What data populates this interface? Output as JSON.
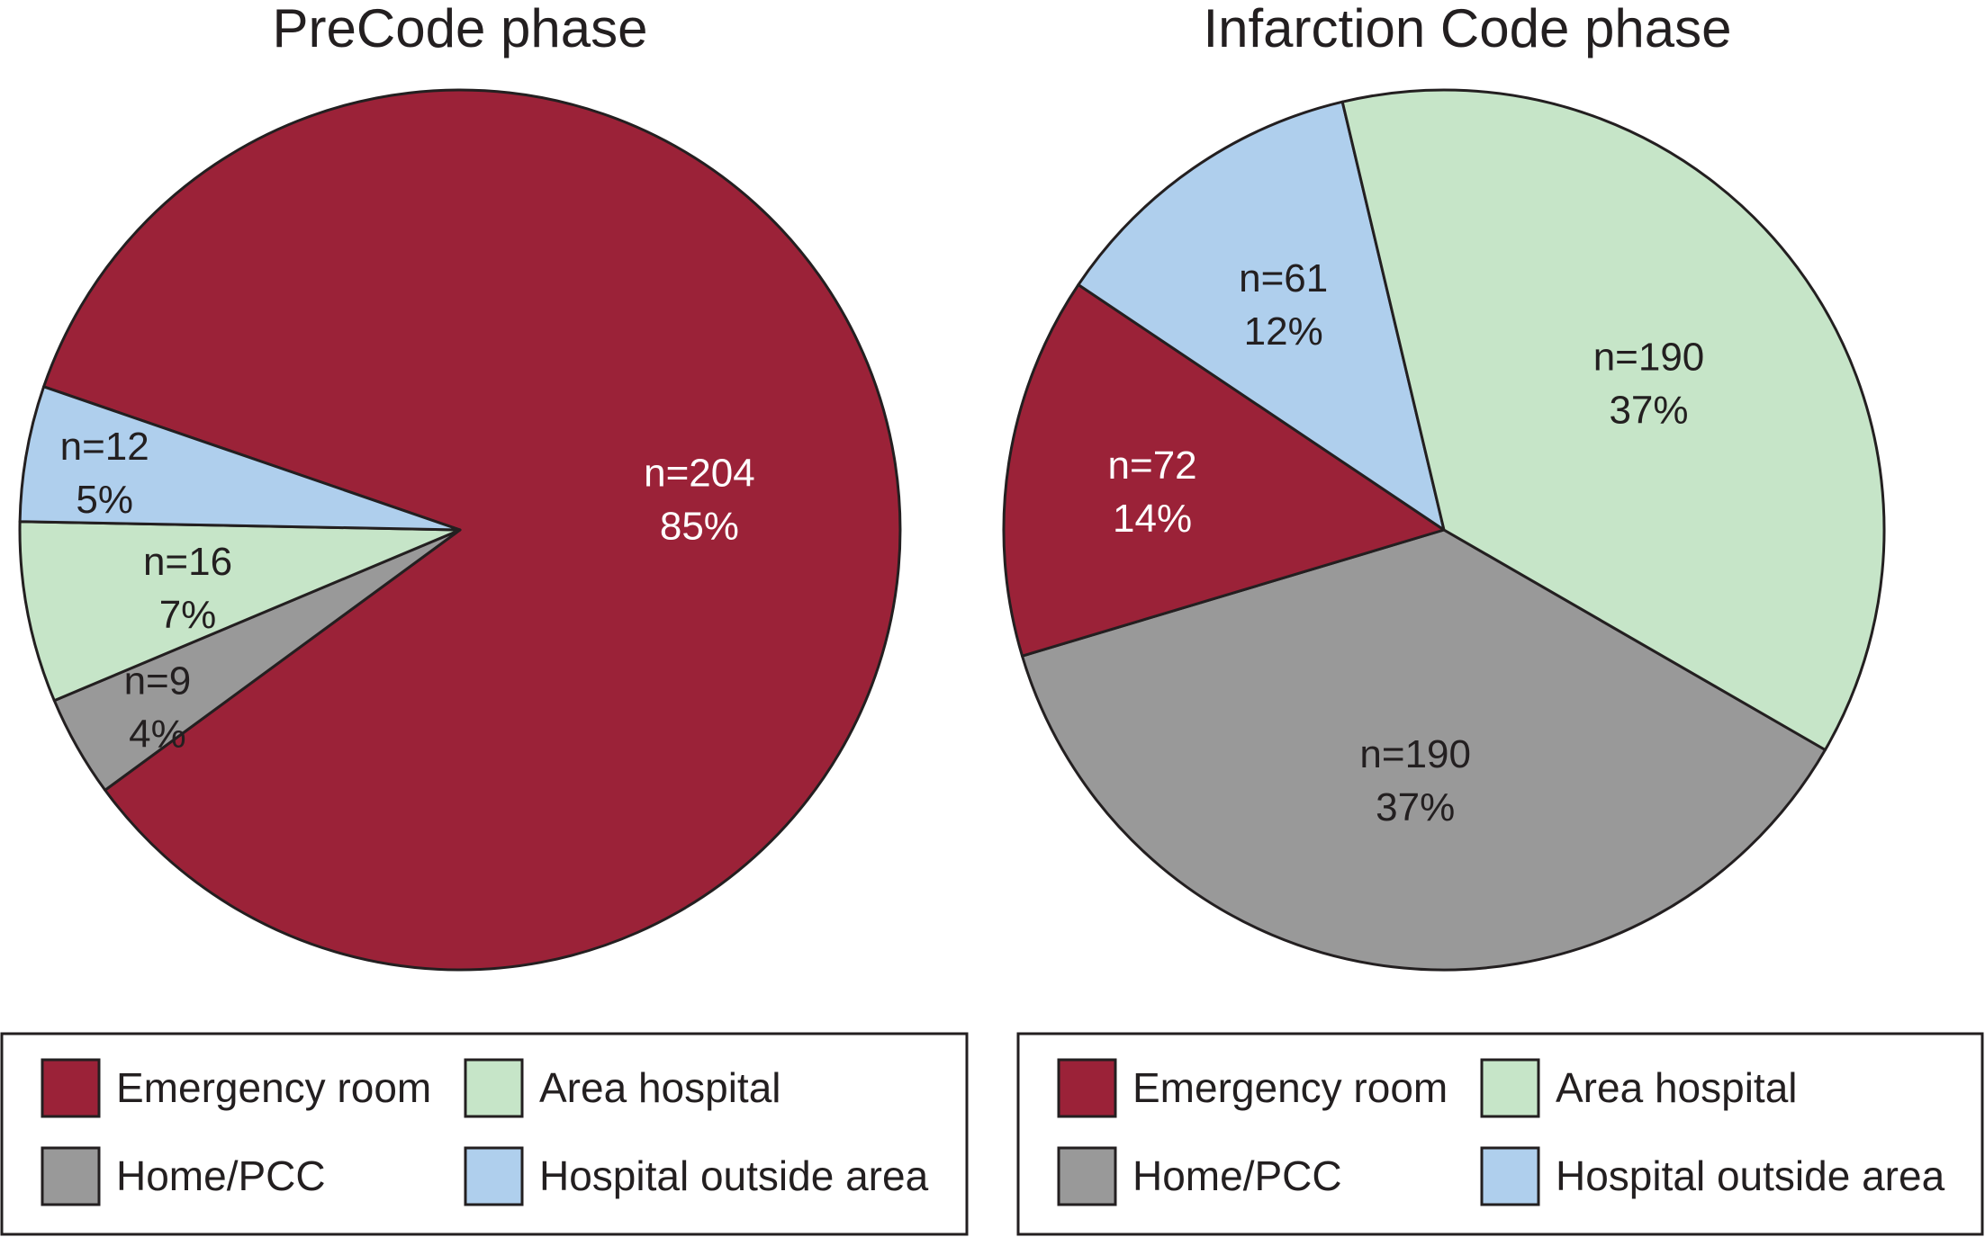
{
  "chart_data": [
    {
      "type": "pie",
      "title": "PreCode phase",
      "slices": [
        {
          "name": "Emergency room",
          "n_label": "n=204",
          "pct_label": "85%",
          "value": 204,
          "percent": 85,
          "color": "#9b2238",
          "label_color": "#ffffff"
        },
        {
          "name": "Home/PCC",
          "n_label": "n=9",
          "pct_label": "4%",
          "value": 9,
          "percent": 4,
          "color": "#999999",
          "label_color": "#231f20"
        },
        {
          "name": "Area hospital",
          "n_label": "n=16",
          "pct_label": "7%",
          "value": 16,
          "percent": 7,
          "color": "#c6e5c8",
          "label_color": "#231f20"
        },
        {
          "name": "Hospital outside area",
          "n_label": "n=12",
          "pct_label": "5%",
          "value": 12,
          "percent": 5,
          "color": "#afcfed",
          "label_color": "#231f20"
        }
      ],
      "legend": [
        {
          "label": "Emergency room",
          "color": "#9b2238"
        },
        {
          "label": "Area hospital",
          "color": "#c6e5c8"
        },
        {
          "label": "Home/PCC",
          "color": "#999999"
        },
        {
          "label": "Hospital outside area",
          "color": "#afcfed"
        }
      ],
      "legend_position": "bottom"
    },
    {
      "type": "pie",
      "title": "Infarction Code phase",
      "slices": [
        {
          "name": "Home/PCC",
          "n_label": "n=190",
          "pct_label": "37%",
          "value": 190,
          "percent": 37,
          "color": "#999999",
          "label_color": "#231f20"
        },
        {
          "name": "Emergency room",
          "n_label": "n=72",
          "pct_label": "14%",
          "value": 72,
          "percent": 14,
          "color": "#9b2238",
          "label_color": "#ffffff"
        },
        {
          "name": "Hospital outside area",
          "n_label": "n=61",
          "pct_label": "12%",
          "value": 61,
          "percent": 12,
          "color": "#afcfed",
          "label_color": "#231f20"
        },
        {
          "name": "Area hospital",
          "n_label": "n=190",
          "pct_label": "37%",
          "value": 190,
          "percent": 37,
          "color": "#c6e5c8",
          "label_color": "#231f20"
        }
      ],
      "legend": [
        {
          "label": "Emergency room",
          "color": "#9b2238"
        },
        {
          "label": "Area hospital",
          "color": "#c6e5c8"
        },
        {
          "label": "Home/PCC",
          "color": "#999999"
        },
        {
          "label": "Hospital outside area",
          "color": "#afcfed"
        }
      ],
      "legend_position": "bottom"
    }
  ]
}
